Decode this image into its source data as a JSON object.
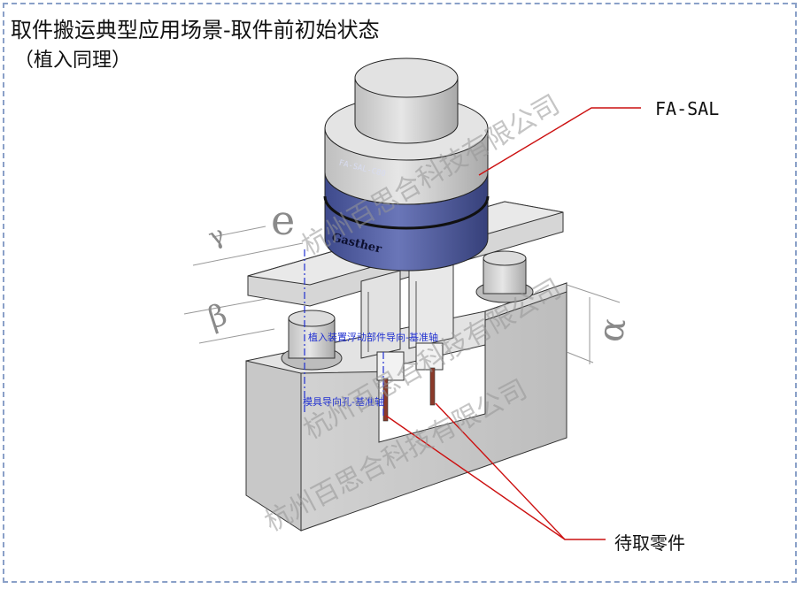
{
  "title": "取件搬运典型应用场景-取件前初始状态",
  "subtitle": "（植入同理）",
  "labels": {
    "model": "FA-SAL",
    "parts_to_pick": "待取零件",
    "float_guide_axis": "植入装置浮动部件导向-基准轴",
    "mold_guide_axis": "模具导向孔-基准轴"
  },
  "device_engravings": {
    "model_code": "FA-SAL-C80",
    "brand": "Gasther"
  },
  "angle_symbols": {
    "epsilon": "e",
    "gamma": "γ",
    "beta": "β",
    "alpha": "α"
  },
  "watermark": "杭州百思合科技有限公司",
  "colors": {
    "leader_line": "#cc1010",
    "axis_blue": "#2030d0",
    "ring_blue": "#4d5a9e"
  }
}
